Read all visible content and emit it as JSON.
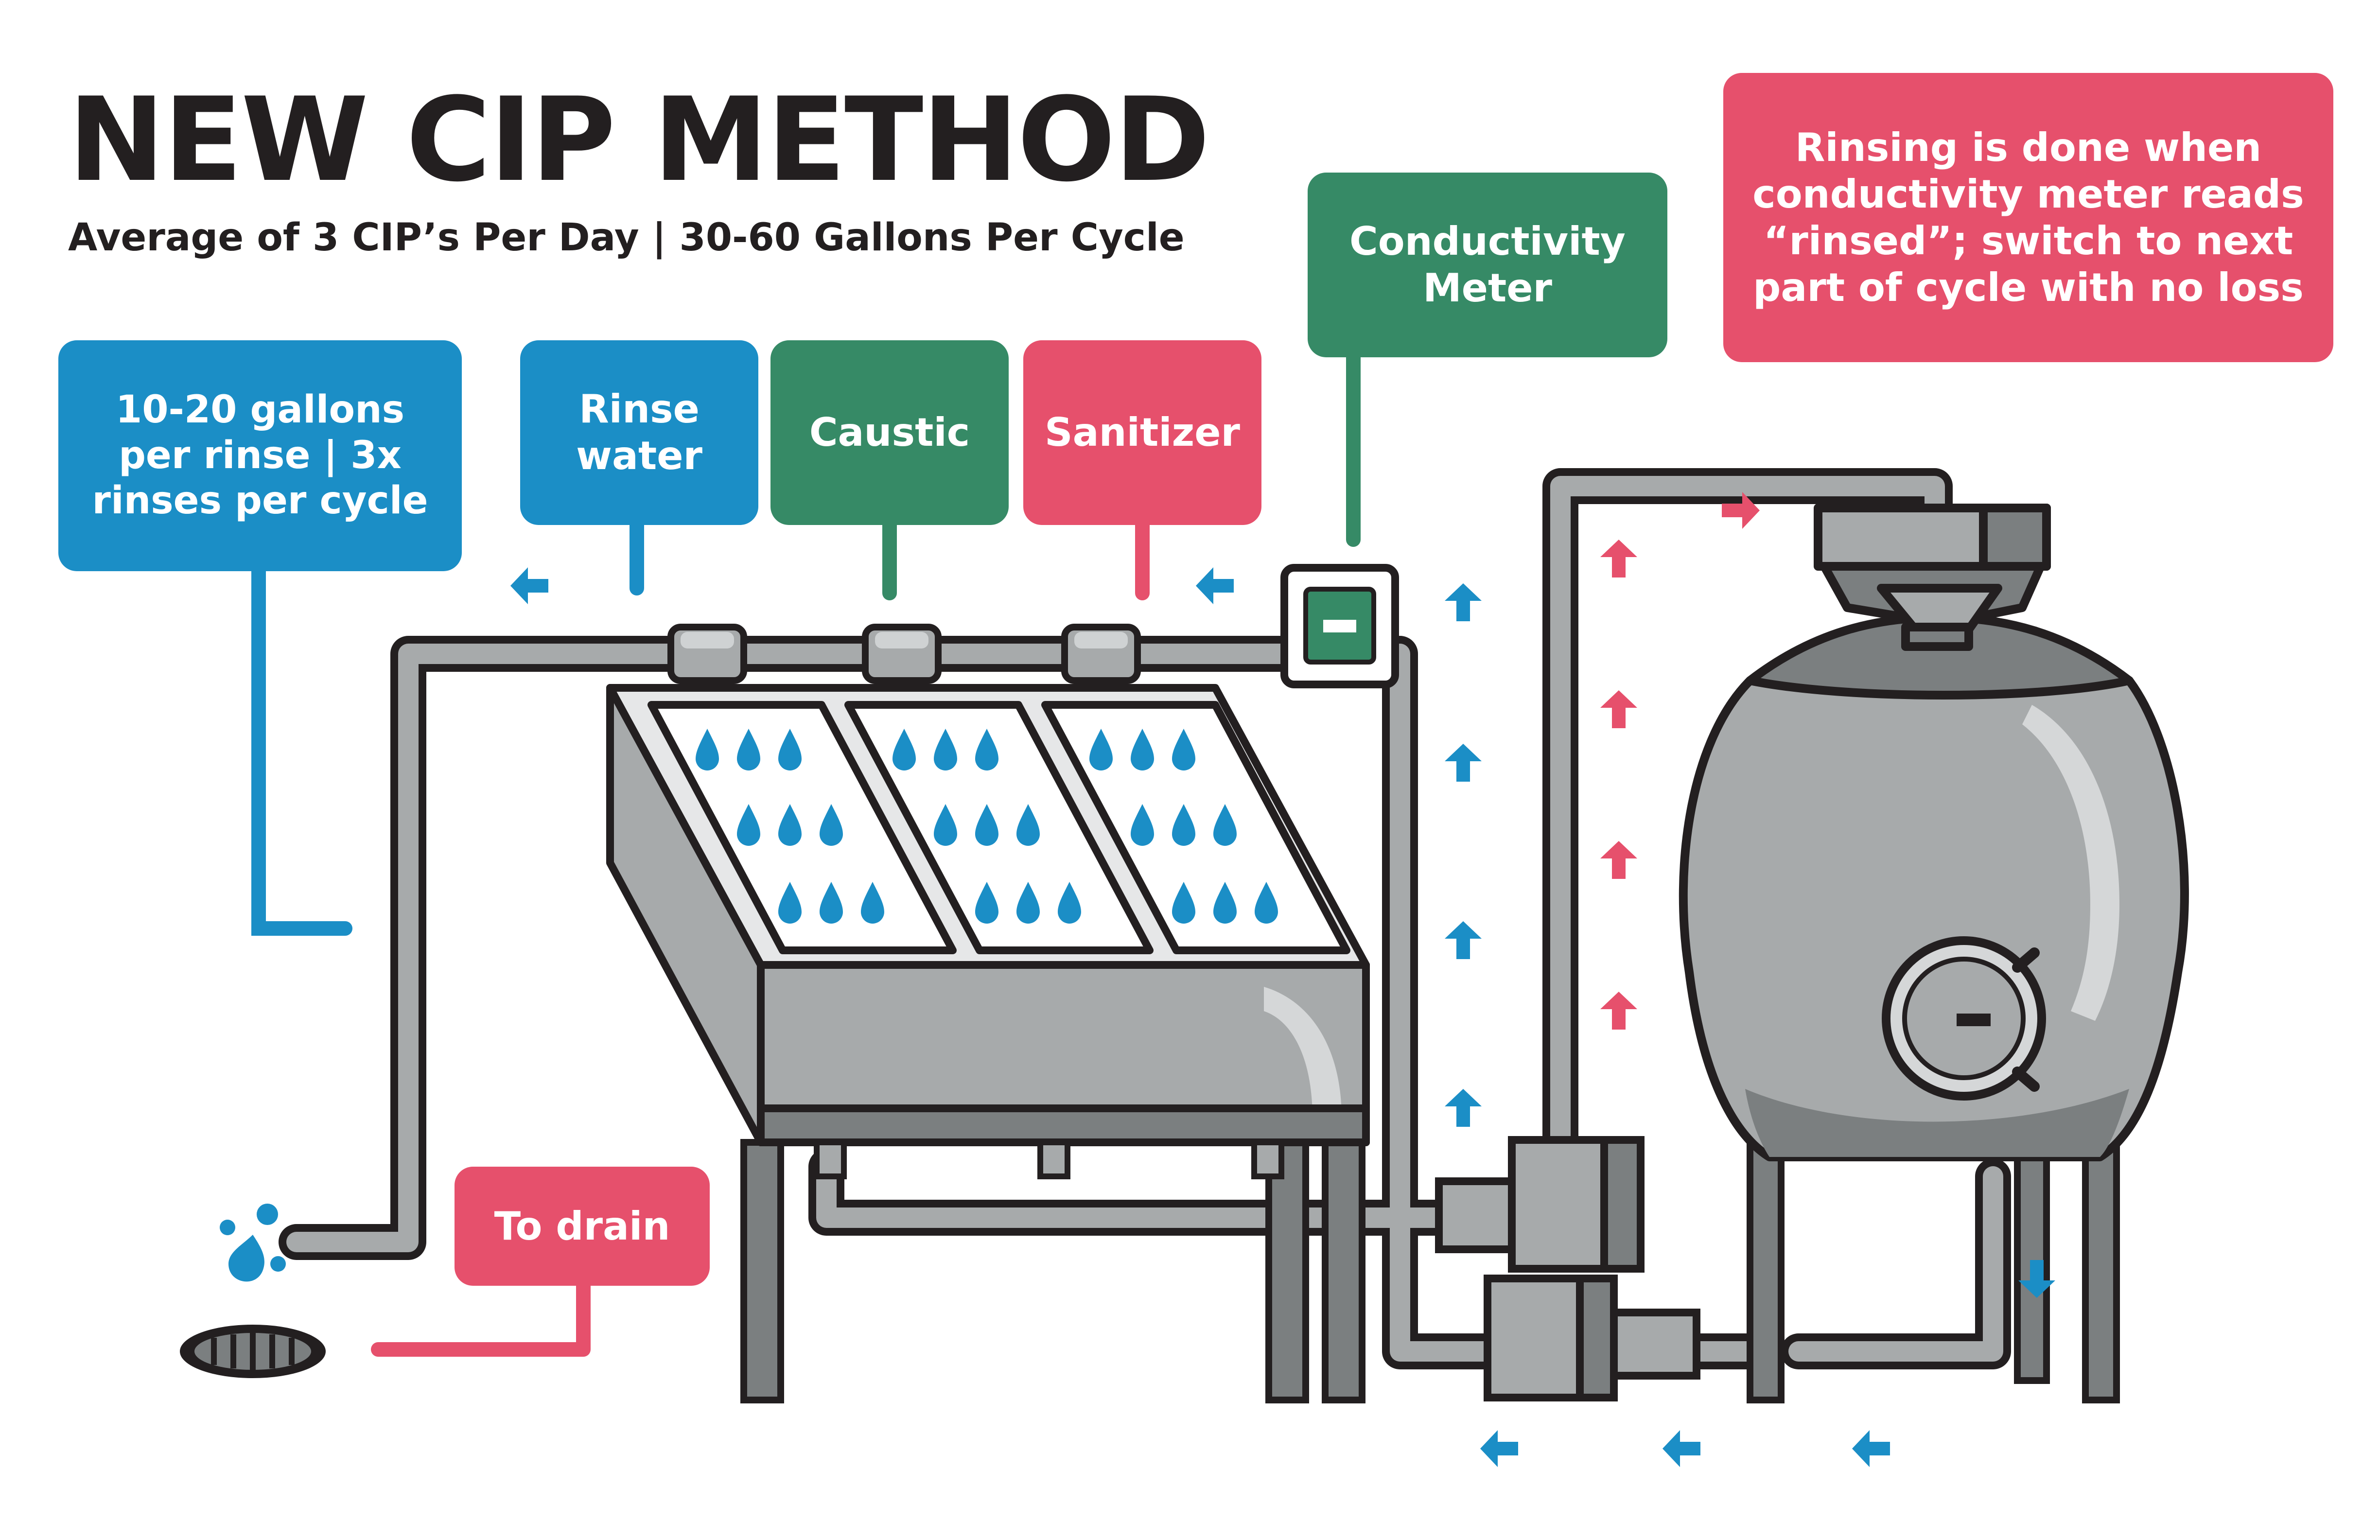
{
  "title": "NEW CIP METHOD",
  "subtitle": "Average of 3 CIP’s Per Day | 30-60 Gallons Per Cycle",
  "labels": {
    "gallons": "10-20 gallons\nper rinse | 3x\nrinses per cycle",
    "rinse_water": "Rinse\nwater",
    "caustic": "Caustic",
    "sanitizer": "Sanitizer",
    "conductivity_meter": "Conductivity\nMeter",
    "rinsing_note": "Rinsing is done when\nconductivity meter reads\n“rinsed”; switch to next\npart of cycle with no loss",
    "to_drain": "To drain"
  },
  "colors": {
    "blue": "#1b8ec6",
    "green": "#368a66",
    "red": "#e6506c",
    "steel": "#a7aaab",
    "outline": "#231f20"
  }
}
